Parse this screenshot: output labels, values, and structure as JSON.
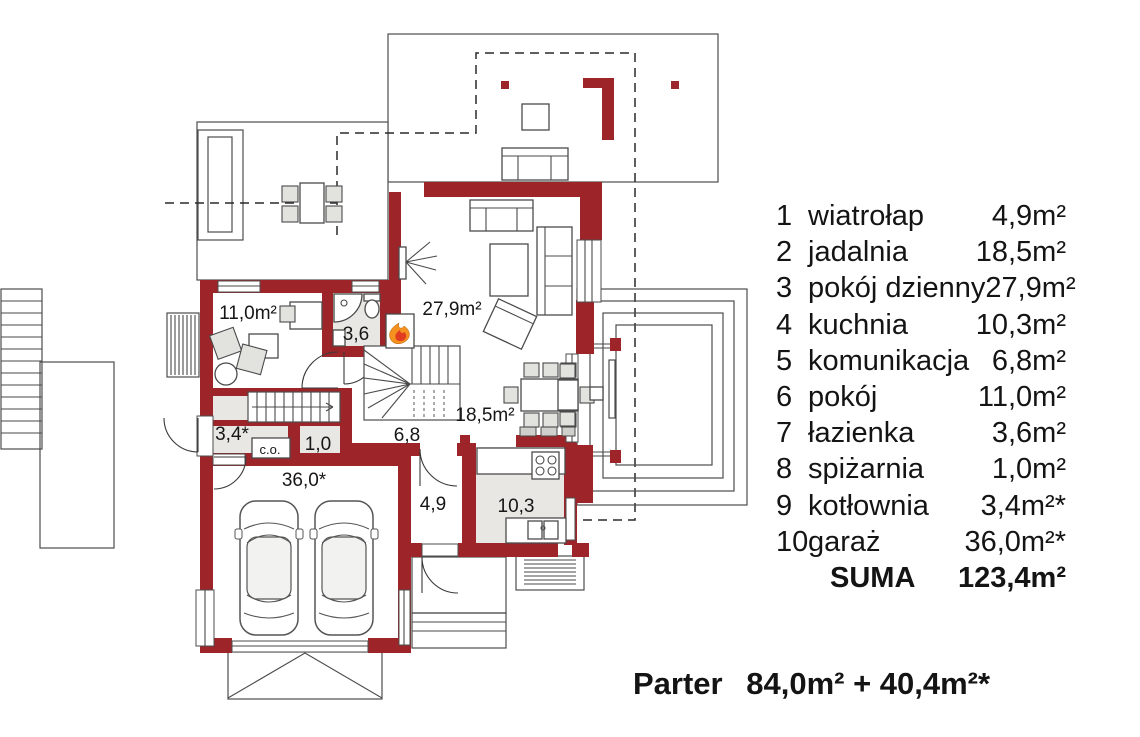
{
  "plan": {
    "labels": {
      "pokoj": "11,0m²",
      "lazienka": "3,6",
      "pokoj_dzienny": "27,9m²",
      "jadalnia": "18,5m²",
      "komunikacja": "6,8",
      "kotlownia": "3,4*",
      "spizarnia": "1,0",
      "co_boiler": "c.o.",
      "garaz": "36,0*",
      "wiatrolap": "4,9",
      "kuchnia": "10,3"
    },
    "colors": {
      "wall": "#9d2529",
      "floor_light": "#e8e7e3",
      "flame_orange": "#f5911e",
      "flame_red": "#e03c20"
    }
  },
  "legend": {
    "items": [
      {
        "num": "1",
        "name": "wiatrołap",
        "area": "4,9m²"
      },
      {
        "num": "2",
        "name": "jadalnia",
        "area": "18,5m²"
      },
      {
        "num": "3",
        "name": "pokój dzienny",
        "area": "27,9m²"
      },
      {
        "num": "4",
        "name": "kuchnia",
        "area": "10,3m²"
      },
      {
        "num": "5",
        "name": "komunikacja",
        "area": "6,8m²"
      },
      {
        "num": "6",
        "name": "pokój",
        "area": "11,0m²"
      },
      {
        "num": "7",
        "name": "łazienka",
        "area": "3,6m²"
      },
      {
        "num": "8",
        "name": "spiżarnia",
        "area": "1,0m²"
      },
      {
        "num": "9",
        "name": "kotłownia",
        "area": "3,4m²*"
      },
      {
        "num": "10",
        "name": "garaż",
        "area": "36,0m²*"
      }
    ],
    "total": {
      "label": "SUMA",
      "area": "123,4m²"
    }
  },
  "footer": {
    "label": "Parter",
    "value": "84,0m² + 40,4m²*"
  }
}
